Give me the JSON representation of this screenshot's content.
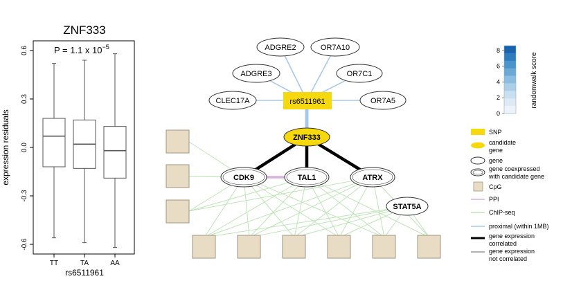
{
  "boxplot": {
    "title": "ZNF333",
    "pvalue_prefix": "P = 1.1 x 10",
    "pvalue_exponent": "−5",
    "ylabel": "expression residuals",
    "xlabel": "rs6511961",
    "yticks": [
      "0.6",
      "0.3",
      "0.0",
      "-0.3",
      "-0.6"
    ],
    "categories": [
      "TT",
      "TA",
      "AA"
    ]
  },
  "chart_data": {
    "type": "box",
    "title": "ZNF333",
    "xlabel": "rs6511961",
    "ylabel": "expression residuals",
    "ylim": [
      -0.66,
      0.66
    ],
    "categories": [
      "TT",
      "TA",
      "AA"
    ],
    "boxes": [
      {
        "category": "TT",
        "whisker_low": -0.56,
        "q1": -0.12,
        "median": 0.07,
        "q3": 0.18,
        "whisker_high": 0.52
      },
      {
        "category": "TA",
        "whisker_low": -0.59,
        "q1": -0.13,
        "median": 0.02,
        "q3": 0.17,
        "whisker_high": 0.54
      },
      {
        "category": "AA",
        "whisker_low": -0.62,
        "q1": -0.19,
        "median": -0.02,
        "q3": 0.13,
        "whisker_high": 0.58
      }
    ]
  },
  "network": {
    "snp": "rs6511961",
    "candidate": "ZNF333",
    "proximal_genes": [
      "ADGRE2",
      "OR7A10",
      "ADGRE3",
      "OR7C1",
      "CLEC17A",
      "OR7A5"
    ],
    "coexpressed_genes": [
      "CDK9",
      "TAL1",
      "ATRX"
    ],
    "other_genes": [
      "STAT5A"
    ]
  },
  "colorbar": {
    "label": "randomwalk score",
    "ticks": [
      "8",
      "6",
      "4",
      "2",
      "0"
    ],
    "colors": [
      "#1a64ad",
      "#2f7dbe",
      "#4a93cb",
      "#6aa9d6",
      "#8cbde0",
      "#abcfe8",
      "#c7dff0",
      "#dde9f5",
      "#eef3fa"
    ]
  },
  "legend": {
    "items": [
      {
        "type": "snp",
        "label": "SNP"
      },
      {
        "type": "candidate",
        "label": "candidate\ngene"
      },
      {
        "type": "gene",
        "label": "gene"
      },
      {
        "type": "gene-coexpressed",
        "label": "gene coexpressed\nwith candidate gene"
      },
      {
        "type": "cpg",
        "label": "CpG"
      },
      {
        "type": "ppi",
        "label": "PPI"
      },
      {
        "type": "chipseq",
        "label": "ChIP-seq"
      },
      {
        "type": "proximal",
        "label": "proximal (within 1MB)"
      },
      {
        "type": "correlated",
        "label": "gene expression\ncorrelated"
      },
      {
        "type": "not-correlated",
        "label": "gene expression\nnot correlated"
      }
    ]
  },
  "colors": {
    "snp_fill": "#f5d90e",
    "cpg_fill": "#e9dcc4",
    "cpg_stroke": "#9e9585",
    "ppi": "#d9b0de",
    "chipseq": "#bfe3b8",
    "proximal": "#a9c8e6",
    "correlated": "#000000",
    "not_correlated": "#666666"
  }
}
